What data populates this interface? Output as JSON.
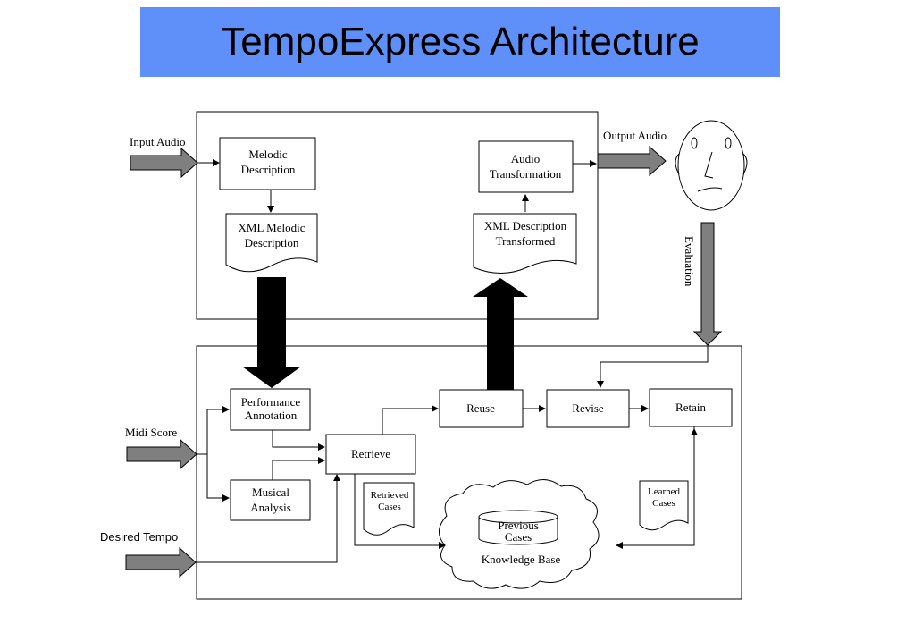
{
  "title": "TempoExpress Architecture",
  "inputs": {
    "input_audio": "Input Audio",
    "midi_score": "Midi Score",
    "desired_tempo": "Desired Tempo"
  },
  "outputs": {
    "output_audio": "Output Audio",
    "evaluation": "Evaluation"
  },
  "top_module": {
    "melodic_description": [
      "Melodic",
      "Description"
    ],
    "xml_melodic_description": [
      "XML Melodic",
      "Description"
    ],
    "audio_transformation": [
      "Audio",
      "Transformation"
    ],
    "xml_description_transformed": [
      "XML Description",
      "Transformed"
    ]
  },
  "cbr_module": {
    "performance_annotation": [
      "Performance",
      "Annotation"
    ],
    "musical_analysis": [
      "Musical",
      "Analysis"
    ],
    "retrieve": "Retrieve",
    "reuse": "Reuse",
    "revise": "Revise",
    "retain": "Retain",
    "retrieved_cases": [
      "Retrieved",
      "Cases"
    ],
    "learned_cases": [
      "Learned",
      "Cases"
    ],
    "previous_cases": [
      "Previous",
      "Cases"
    ],
    "knowledge_base": "Knowledge Base"
  }
}
